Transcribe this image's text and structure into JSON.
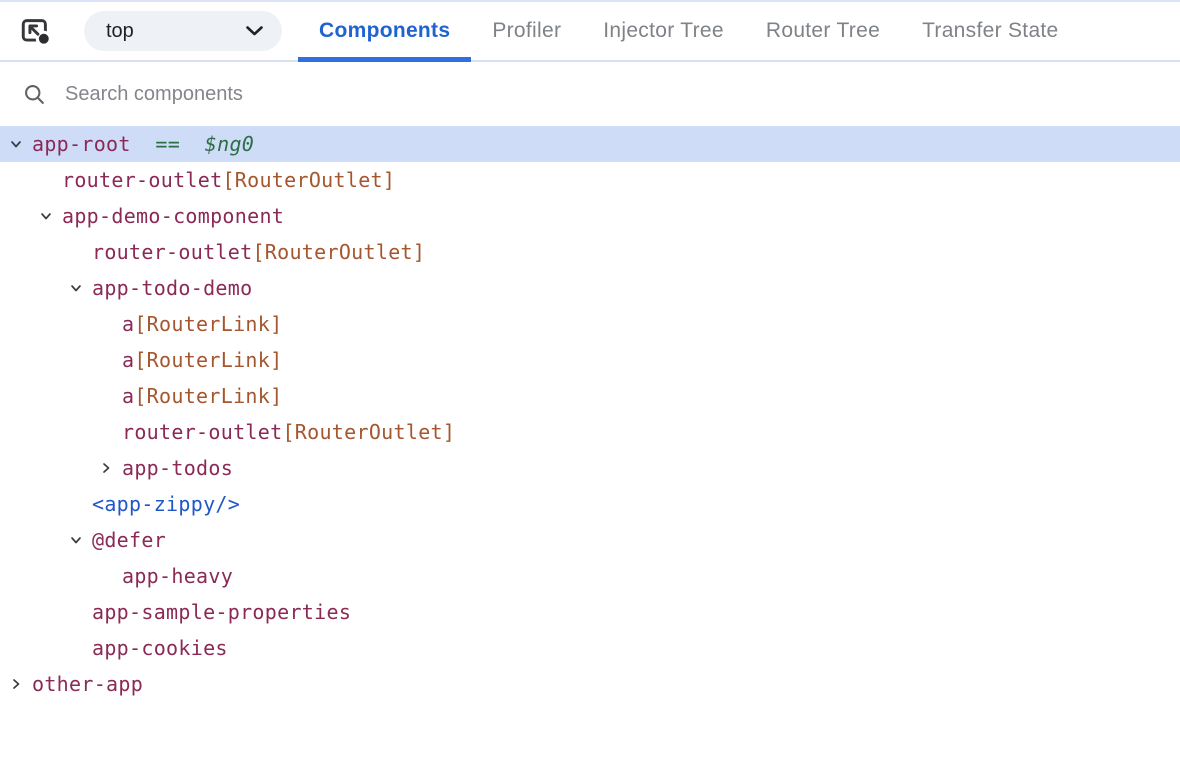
{
  "topbar": {
    "frame_selector": {
      "value": "top"
    },
    "tabs": [
      {
        "label": "Components",
        "active": true
      },
      {
        "label": "Profiler",
        "active": false
      },
      {
        "label": "Injector Tree",
        "active": false
      },
      {
        "label": "Router Tree",
        "active": false
      },
      {
        "label": "Transfer State",
        "active": false
      }
    ]
  },
  "search": {
    "placeholder": "Search components"
  },
  "tree": {
    "rows": [
      {
        "indent": 0,
        "chevron": "down",
        "selected": true,
        "name": "tree-node-app-root",
        "parts": [
          {
            "text": "app-root",
            "style": "name"
          },
          {
            "text": "  ==  ",
            "style": "eq"
          },
          {
            "text": "$ng0",
            "style": "var"
          }
        ]
      },
      {
        "indent": 1,
        "chevron": null,
        "selected": false,
        "name": "tree-node-router-outlet",
        "parts": [
          {
            "text": "router-outlet",
            "style": "name"
          },
          {
            "text": "[RouterOutlet]",
            "style": "dir"
          }
        ]
      },
      {
        "indent": 1,
        "chevron": "down",
        "selected": false,
        "name": "tree-node-app-demo-component",
        "parts": [
          {
            "text": "app-demo-component",
            "style": "name"
          }
        ]
      },
      {
        "indent": 2,
        "chevron": null,
        "selected": false,
        "name": "tree-node-router-outlet",
        "parts": [
          {
            "text": "router-outlet",
            "style": "name"
          },
          {
            "text": "[RouterOutlet]",
            "style": "dir"
          }
        ]
      },
      {
        "indent": 2,
        "chevron": "down",
        "selected": false,
        "name": "tree-node-app-todo-demo",
        "parts": [
          {
            "text": "app-todo-demo",
            "style": "name"
          }
        ]
      },
      {
        "indent": 3,
        "chevron": null,
        "selected": false,
        "name": "tree-node-a-routerlink",
        "parts": [
          {
            "text": "a",
            "style": "name"
          },
          {
            "text": "[RouterLink]",
            "style": "dir"
          }
        ]
      },
      {
        "indent": 3,
        "chevron": null,
        "selected": false,
        "name": "tree-node-a-routerlink",
        "parts": [
          {
            "text": "a",
            "style": "name"
          },
          {
            "text": "[RouterLink]",
            "style": "dir"
          }
        ]
      },
      {
        "indent": 3,
        "chevron": null,
        "selected": false,
        "name": "tree-node-a-routerlink",
        "parts": [
          {
            "text": "a",
            "style": "name"
          },
          {
            "text": "[RouterLink]",
            "style": "dir"
          }
        ]
      },
      {
        "indent": 3,
        "chevron": null,
        "selected": false,
        "name": "tree-node-router-outlet",
        "parts": [
          {
            "text": "router-outlet",
            "style": "name"
          },
          {
            "text": "[RouterOutlet]",
            "style": "dir"
          }
        ]
      },
      {
        "indent": 3,
        "chevron": "right",
        "selected": false,
        "name": "tree-node-app-todos",
        "parts": [
          {
            "text": "app-todos",
            "style": "name"
          }
        ]
      },
      {
        "indent": 2,
        "chevron": null,
        "selected": false,
        "name": "tree-node-app-zippy",
        "parts": [
          {
            "text": "<app-zippy/>",
            "style": "tag"
          }
        ]
      },
      {
        "indent": 2,
        "chevron": "down",
        "selected": false,
        "name": "tree-node-defer-block",
        "parts": [
          {
            "text": "@defer",
            "style": "name"
          }
        ]
      },
      {
        "indent": 3,
        "chevron": null,
        "selected": false,
        "name": "tree-node-app-heavy",
        "parts": [
          {
            "text": "app-heavy",
            "style": "name"
          }
        ]
      },
      {
        "indent": 2,
        "chevron": null,
        "selected": false,
        "name": "tree-node-app-sample-properties",
        "parts": [
          {
            "text": "app-sample-properties",
            "style": "name"
          }
        ]
      },
      {
        "indent": 2,
        "chevron": null,
        "selected": false,
        "name": "tree-node-app-cookies",
        "parts": [
          {
            "text": "app-cookies",
            "style": "name"
          }
        ]
      },
      {
        "indent": 0,
        "chevron": "right",
        "selected": false,
        "name": "tree-node-other-app",
        "parts": [
          {
            "text": "other-app",
            "style": "name"
          }
        ]
      }
    ]
  },
  "icons": {
    "picker": "inspect-element-icon",
    "frame_selector": "chevron-down-icon",
    "search": "search-icon",
    "expanded_node": "chevron-down-icon",
    "collapsed_node": "chevron-right-icon"
  },
  "colors": {
    "active_tab": "#2063cf",
    "tab_underline": "#2e6fe2",
    "inactive_tab": "#7f8387",
    "selected_row_bg": "#cfdcf7",
    "component_name": "#8b2956",
    "directive": "#a5562e",
    "console_reference": "#2d6e46",
    "element_tag": "#2057c7"
  }
}
